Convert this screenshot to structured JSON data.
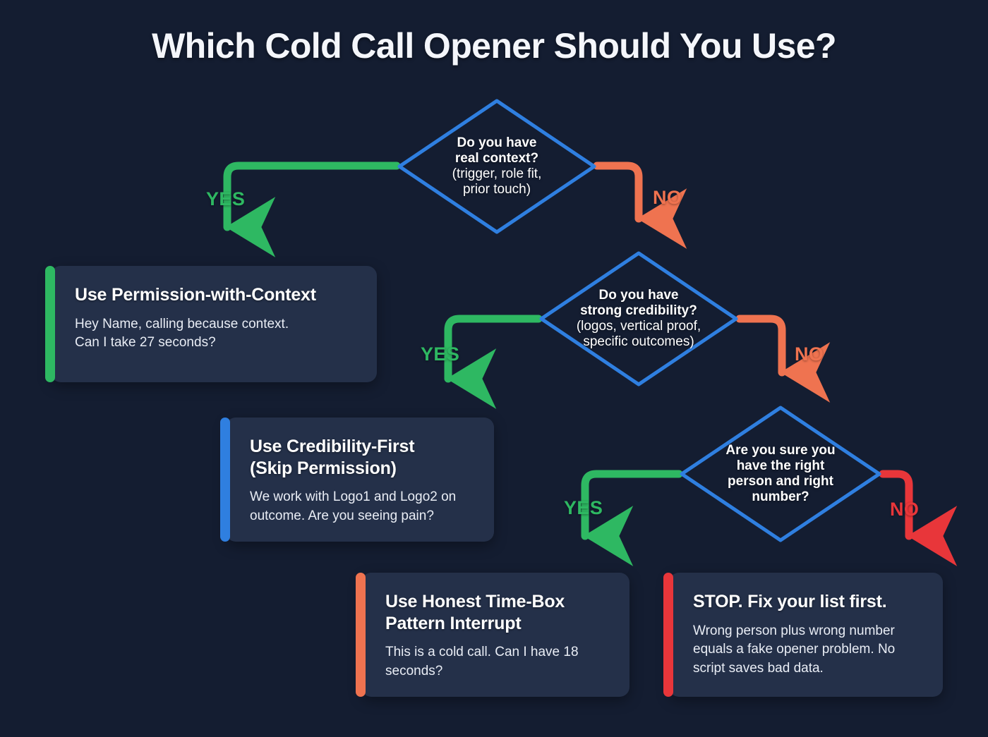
{
  "header": {
    "title": "Which Cold Call Opener Should You Use?"
  },
  "colors": {
    "background": "#141d31",
    "card_bg": "#243049",
    "diamond_stroke": "#2f7fe0",
    "yes_green": "#2eb862",
    "no_orange": "#ef7350",
    "no_red": "#e8363a",
    "accent_blue": "#2f7fe0",
    "text_primary": "#ffffff"
  },
  "chart_data": {
    "type": "diagram",
    "title": "Which Cold Call Opener Should You Use?",
    "nodes": [
      {
        "id": "q1",
        "kind": "decision",
        "bold_lines": [
          "Do you have",
          "real context?"
        ],
        "sub_lines": [
          "(trigger, role fit,",
          "prior touch)"
        ]
      },
      {
        "id": "q2",
        "kind": "decision",
        "bold_lines": [
          "Do you have",
          "strong credibility?"
        ],
        "sub_lines": [
          "(logos, vertical proof,",
          "specific outcomes)"
        ]
      },
      {
        "id": "q3",
        "kind": "decision",
        "bold_lines": [
          "Are you sure you",
          "have the right",
          "person and right",
          "number?"
        ],
        "sub_lines": []
      },
      {
        "id": "o1",
        "kind": "outcome",
        "accent": "#2eb862",
        "title": "Use Permission-with-Context",
        "body": "Hey Name, calling because context. Can I take 27 seconds?"
      },
      {
        "id": "o2",
        "kind": "outcome",
        "accent": "#2f7fe0",
        "title": "Use Credibility-First (Skip Permission)",
        "body": "We work with Logo1 and Logo2 on outcome. Are you seeing pain?"
      },
      {
        "id": "o3",
        "kind": "outcome",
        "accent": "#ef7350",
        "title": "Use Honest Time-Box Pattern Interrupt",
        "body": "This is a cold call. Can I have 18 seconds?"
      },
      {
        "id": "o4",
        "kind": "outcome",
        "accent": "#e8363a",
        "title": "STOP. Fix your list first.",
        "body": "Wrong person plus wrong number equals a fake opener problem. No script saves bad data."
      }
    ],
    "edges": [
      {
        "from": "q1",
        "to": "o1",
        "label": "YES",
        "color": "#2eb862"
      },
      {
        "from": "q1",
        "to": "q2",
        "label": "NO",
        "color": "#ef7350"
      },
      {
        "from": "q2",
        "to": "o2",
        "label": "YES",
        "color": "#2eb862"
      },
      {
        "from": "q2",
        "to": "q3",
        "label": "NO",
        "color": "#ef7350"
      },
      {
        "from": "q3",
        "to": "o3",
        "label": "YES",
        "color": "#2eb862"
      },
      {
        "from": "q3",
        "to": "o4",
        "label": "NO",
        "color": "#e8363a"
      }
    ]
  },
  "diamonds": {
    "q1": {
      "l1": "Do you have",
      "l2": "real context?",
      "l3": "(trigger, role fit,",
      "l4": "prior touch)"
    },
    "q2": {
      "l1": "Do you have",
      "l2": "strong credibility?",
      "l3": "(logos, vertical proof,",
      "l4": "specific outcomes)"
    },
    "q3": {
      "l1": "Are you sure you",
      "l2": "have the right",
      "l3": "person and right",
      "l4": "number?"
    }
  },
  "cards": {
    "permission": {
      "title": "Use Permission-with-Context",
      "body_l1": "Hey Name, calling because context.",
      "body_l2": "Can I take 27 seconds?"
    },
    "credibility": {
      "title_l1": "Use Credibility-First",
      "title_l2": "(Skip Permission)",
      "body_l1": "We work with Logo1 and Logo2 on",
      "body_l2": "outcome. Are you seeing pain?"
    },
    "timebox": {
      "title_l1": "Use Honest Time-Box",
      "title_l2": "Pattern Interrupt",
      "body_l1": "This is a cold call. Can I have 18",
      "body_l2": "seconds?"
    },
    "stop": {
      "title": "STOP. Fix your list first.",
      "body_l1": "Wrong person plus wrong number",
      "body_l2": "equals a fake opener problem. No",
      "body_l3": "script saves bad data."
    }
  },
  "labels": {
    "yes1": "YES",
    "no1": "NO",
    "yes2": "YES",
    "no2": "NO",
    "yes3": "YES",
    "no3": "NO"
  }
}
